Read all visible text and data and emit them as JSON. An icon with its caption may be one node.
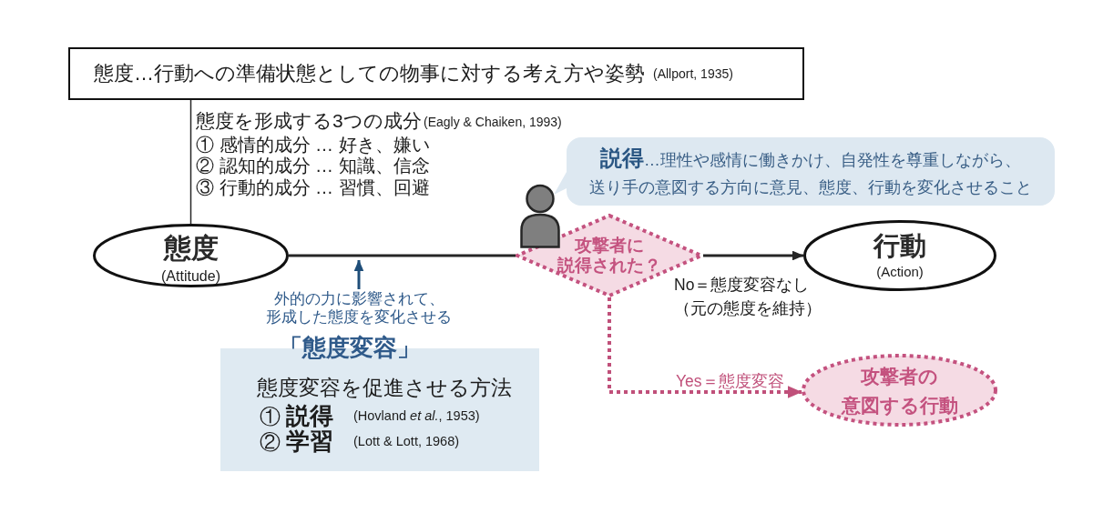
{
  "diagram": {
    "nodes": [
      {
        "text": [
          "態度…行動への準備状態としての物事に対する考え方や姿勢",
          "(Allport, 1935)"
        ]
      },
      {
        "text": [
          "**説得**…理性や感情に働きかけ、自発性を尊重しながら、送り手の意図する方向に意見、態度、行動を変化させること"
        ]
      },
      {
        "text": [
          "態度",
          "(Attitude)"
        ]
      },
      {
        "text": [
          "攻撃者に説得された？"
        ]
      },
      {
        "text": [
          "行動",
          "(Action)"
        ]
      },
      {
        "text": [
          "外的の力に影響されて、形成した態度を変化させる"
        ]
      },
      {
        "text": [
          "「態度変容」",
          "態度変容を促進させる方法",
          "① **説得**",
          "(Hovland *et al.*, 1953)",
          "② **学習**",
          "(Lott & Lott, 1968)"
        ]
      },
      {
        "text": [
          "攻撃者の意図する行動"
        ]
      }
    ],
    "edges": [
      {
        "from": 0,
        "to": 2,
        "arrow": "none"
      },
      {
        "from": 2,
        "to": 3,
        "arrow": "none"
      },
      {
        "from": 3,
        "to": 4,
        "arrow": "to",
        "label": "No＝態度変容なし（元の態度を維持）"
      },
      {
        "from": 3,
        "to": 7,
        "arrow": "to",
        "label": "Yes＝態度変容",
        "style": "dashed",
        "color": "#c0507a"
      },
      {
        "from": 5,
        "to": null,
        "arrow": "to",
        "color": "#1f4e79"
      }
    ],
    "labels": [
      "態度を形成する3つの成分",
      "(Eagly & Chaiken, 1993)",
      "① 感情的成分 … 好き、嫌い",
      "② 認知的成分 … 知識、信念",
      "③ 行動的成分 … 習慣、回避"
    ]
  }
}
